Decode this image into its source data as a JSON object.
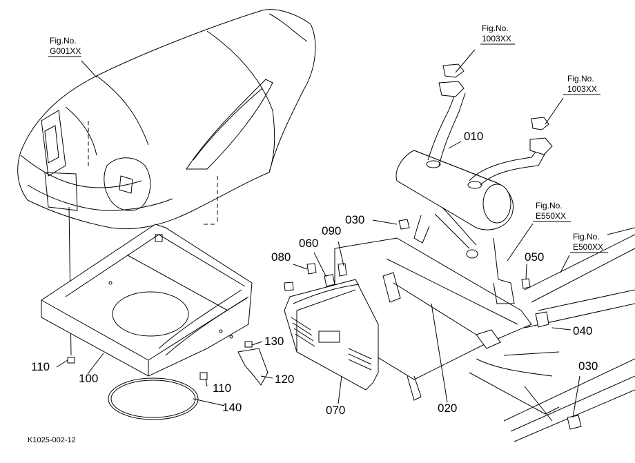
{
  "diagram_code": "K1025-002-12",
  "fig_refs": [
    {
      "id": "fig-g001xx",
      "line1": "Fig.No.",
      "line2": "G001XX"
    },
    {
      "id": "fig-1003xx-a",
      "line1": "Fig.No.",
      "line2": "1003XX"
    },
    {
      "id": "fig-1003xx-b",
      "line1": "Fig.No.",
      "line2": "1003XX"
    },
    {
      "id": "fig-e550xx",
      "line1": "Fig.No.",
      "line2": "E550XX"
    },
    {
      "id": "fig-e500xx",
      "line1": "Fig.No.",
      "line2": "E500XX"
    }
  ],
  "callouts": [
    {
      "id": "010",
      "label": "010"
    },
    {
      "id": "020",
      "label": "020"
    },
    {
      "id": "030a",
      "label": "030"
    },
    {
      "id": "030b",
      "label": "030"
    },
    {
      "id": "040",
      "label": "040"
    },
    {
      "id": "050",
      "label": "050"
    },
    {
      "id": "060",
      "label": "060"
    },
    {
      "id": "070",
      "label": "070"
    },
    {
      "id": "080",
      "label": "080"
    },
    {
      "id": "090",
      "label": "090"
    },
    {
      "id": "100",
      "label": "100"
    },
    {
      "id": "110a",
      "label": "110"
    },
    {
      "id": "110b",
      "label": "110"
    },
    {
      "id": "120",
      "label": "120"
    },
    {
      "id": "130",
      "label": "130"
    },
    {
      "id": "140",
      "label": "140"
    }
  ]
}
